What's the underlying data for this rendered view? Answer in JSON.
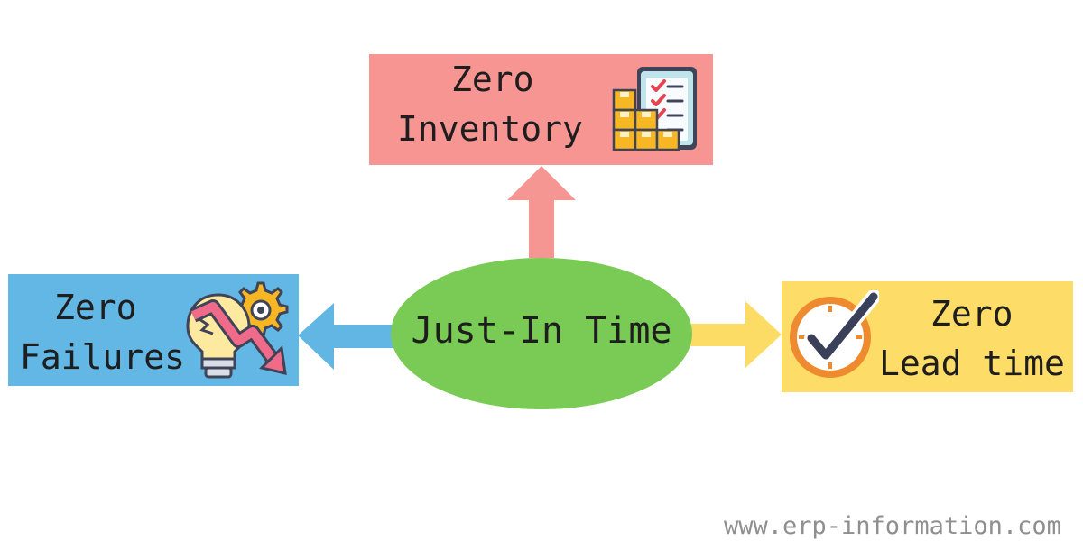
{
  "diagram": {
    "center": {
      "label": "Just-In Time",
      "color": "#7acb55"
    },
    "nodes": [
      {
        "id": "inventory",
        "line1": "Zero",
        "line2": "Inventory",
        "fill": "#f79592",
        "arrow_color": "#f69693",
        "icon": "inventory-checklist-icon"
      },
      {
        "id": "failures",
        "line1": "Zero",
        "line2": "Failures",
        "fill": "#63b7e4",
        "arrow_color": "#61b6e3",
        "icon": "broken-idea-gear-icon"
      },
      {
        "id": "lead-time",
        "line1": "Zero",
        "line2": "Lead time",
        "fill": "#fddc68",
        "arrow_color": "#fddc66",
        "icon": "clock-check-icon"
      }
    ]
  },
  "footer": {
    "watermark": "www.erp-information.com"
  }
}
